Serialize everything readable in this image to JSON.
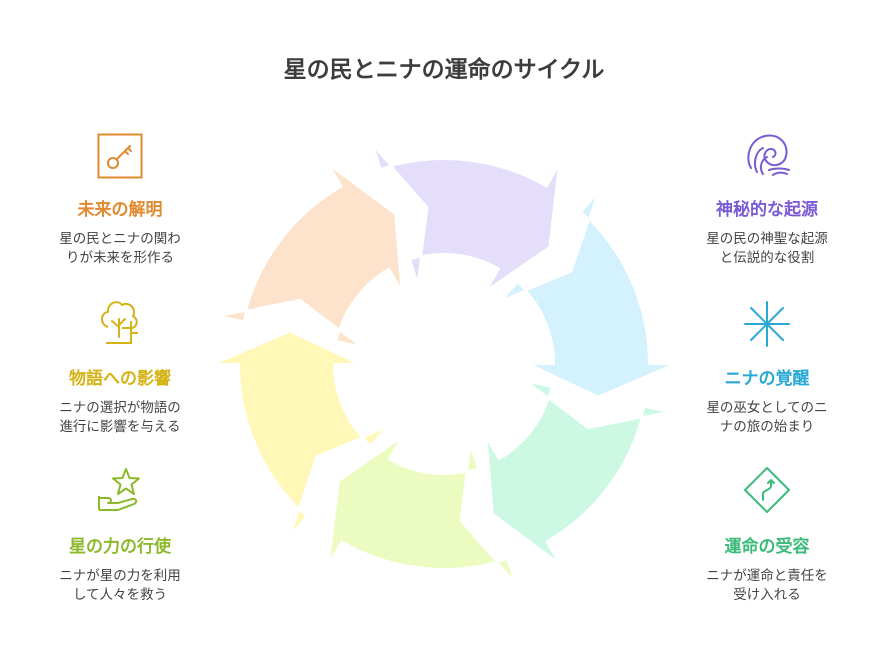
{
  "title": "星の民とニナの運命のサイクル",
  "items": [
    {
      "heading": "未来の解明",
      "desc": [
        "星の民とニナの関わ",
        "りが未来を形作る"
      ],
      "icon": "key-icon",
      "color": "#e08a2f"
    },
    {
      "heading": "物語への影響",
      "desc": [
        "ニナの選択が物語の",
        "進行に影響を与える"
      ],
      "icon": "tree-icon",
      "color": "#d4b316"
    },
    {
      "heading": "星の力の行使",
      "desc": [
        "ニナが星の力を利用",
        "して人々を救う"
      ],
      "icon": "star-hand-icon",
      "color": "#8cb92a"
    },
    {
      "heading": "神秘的な起源",
      "desc": [
        "星の民の神聖な起源",
        "と伝説的な役割"
      ],
      "icon": "swirl-icon",
      "color": "#7a5bd6"
    },
    {
      "heading": "ニナの覚醒",
      "desc": [
        "星の巫女としてのニ",
        "ナの旅の始まり"
      ],
      "icon": "sparkle-icon",
      "color": "#28a8d4"
    },
    {
      "heading": "運命の受容",
      "desc": [
        "ニナが運命と責任を",
        "受け入れる"
      ],
      "icon": "road-sign-icon",
      "color": "#3bba7a"
    }
  ],
  "segment_colors": [
    "#e4defb",
    "#d3f2fd",
    "#cdf9e4",
    "#ecfcc0",
    "#fff8b8",
    "#fde3cc"
  ]
}
